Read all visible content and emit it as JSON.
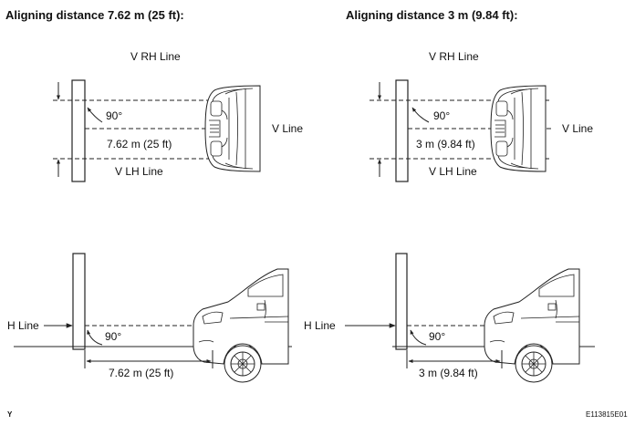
{
  "left_panel": {
    "heading": "Aligning distance 7.62 m (25 ft):",
    "top_view": {
      "v_rh_line": "V RH Line",
      "angle": "90°",
      "distance": "7.62 m (25 ft)",
      "v_line": "V Line",
      "v_lh_line": "V LH Line"
    },
    "side_view": {
      "h_line": "H Line",
      "angle": "90°",
      "distance": "7.62 m (25 ft)"
    }
  },
  "right_panel": {
    "heading": "Aligning distance 3 m (9.84 ft):",
    "top_view": {
      "v_rh_line": "V RH Line",
      "angle": "90°",
      "distance": "3 m (9.84 ft)",
      "v_line": "V Line",
      "v_lh_line": "V LH Line"
    },
    "side_view": {
      "h_line": "H Line",
      "angle": "90°",
      "distance": "3 m (9.84 ft)"
    }
  },
  "footer": {
    "left_mark": "Y",
    "figure_code": "E113815E01"
  }
}
